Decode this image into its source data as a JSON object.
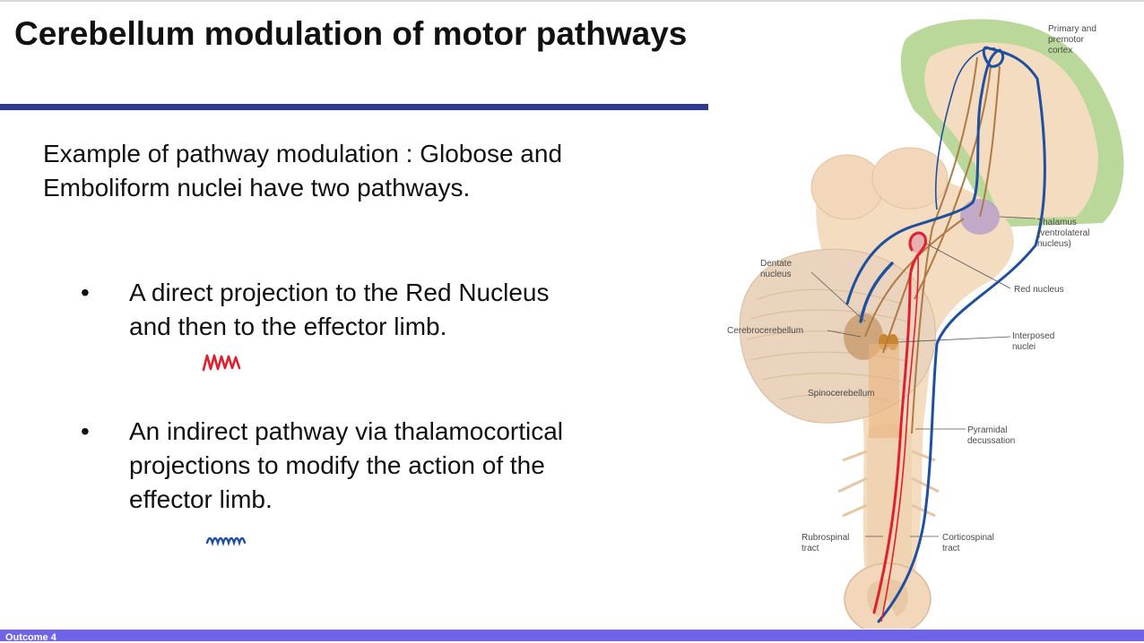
{
  "slide": {
    "title": "Cerebellum modulation of motor pathways",
    "intro": "Example of pathway modulation : Globose and Emboliform nuclei have two pathways.",
    "bullets": [
      {
        "marker": "•",
        "text": "A direct projection to the Red Nucleus and then to the effector limb.",
        "annotation_color": "#e0202e"
      },
      {
        "marker": "•",
        "text": "An indirect pathway via thalamocortical projections to modify the action of the effector limb.",
        "annotation_color": "#1f4fa0"
      }
    ],
    "footer": "Outcome 4"
  },
  "figure": {
    "labels": {
      "primary_cortex_1": "Primary and",
      "primary_cortex_2": "premotor",
      "primary_cortex_3": "cortex",
      "thalamus_1": "Thalamus",
      "thalamus_2": "(ventrolateral",
      "thalamus_3": "nucleus)",
      "dentate_1": "Dentate",
      "dentate_2": "nucleus",
      "red_nucleus": "Red nucleus",
      "cerebrocerebellum": "Cerebrocerebellum",
      "interposed_1": "Interposed",
      "interposed_2": "nuclei",
      "spinocerebellum": "Spinocerebellum",
      "pyramidal_1": "Pyramidal",
      "pyramidal_2": "decussation",
      "rubrospinal_1": "Rubrospinal",
      "rubrospinal_2": "tract",
      "corticospinal_1": "Corticospinal",
      "corticospinal_2": "tract"
    },
    "colors": {
      "cortex": "#b9d89a",
      "tissue": "#f4dcc0",
      "nuclei": "#c89a6a",
      "thalamus": "#b7a0c8",
      "red_pathway": "#e0202e",
      "blue_pathway": "#1f4fa0",
      "accent": "#2e3a8f",
      "footer": "#6f63e8"
    }
  }
}
